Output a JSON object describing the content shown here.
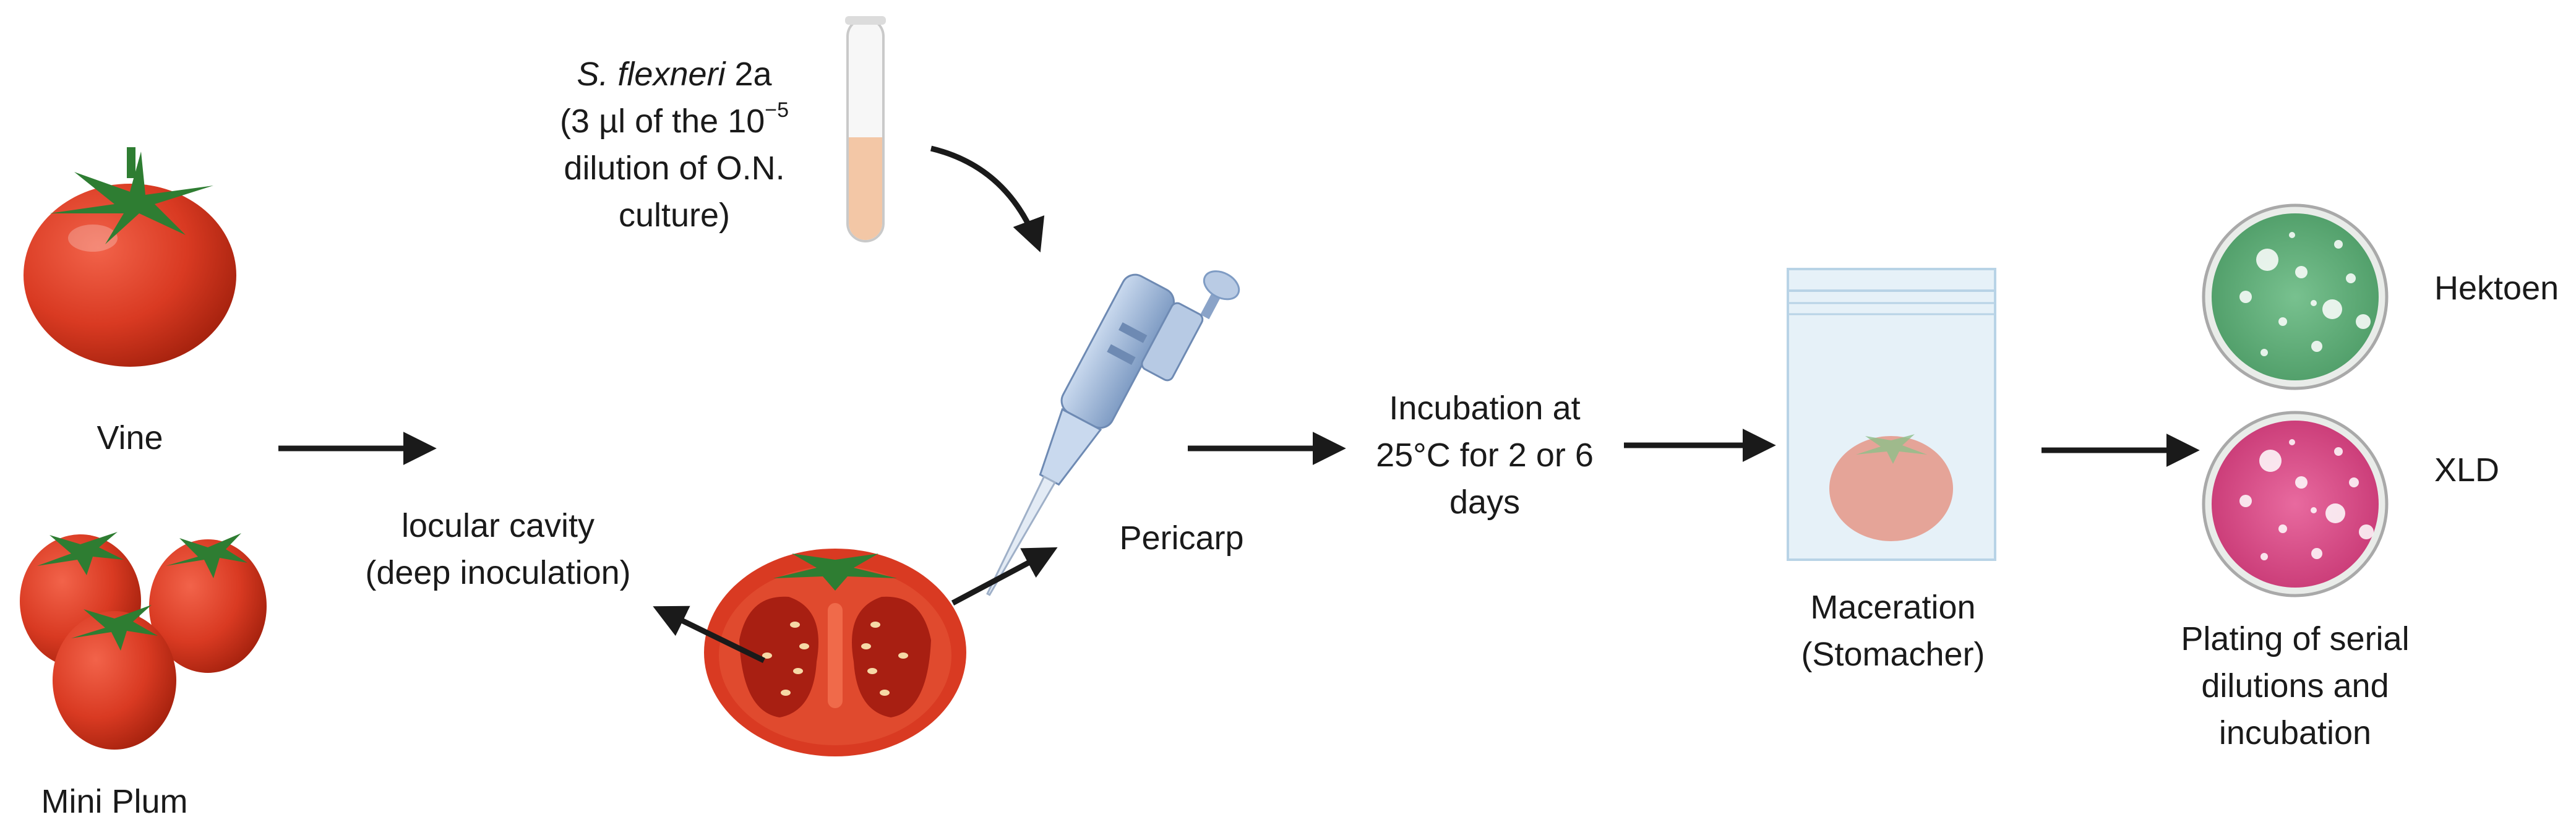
{
  "labels": {
    "vine": "Vine",
    "mini_plum": "Mini Plum",
    "inoculum_species": "S. flexneri",
    "inoculum_strain": "2a",
    "inoculum_line2_pre": "(3 µl of the 10",
    "inoculum_exponent": "−5",
    "inoculum_line3": "dilution of O.N.",
    "inoculum_line4": "culture)",
    "locular_line1": "locular cavity",
    "locular_line2": "(deep inoculation)",
    "pericarp": "Pericarp",
    "incubation_line1": "Incubation at",
    "incubation_line2": "25°C for 2 or 6",
    "incubation_line3": "days",
    "maceration_line1": "Maceration",
    "maceration_line2": "(Stomacher)",
    "plating_line1": "Plating of serial",
    "plating_line2": "dilutions and",
    "plating_line3": "incubation",
    "hektoen": "Hektoen",
    "xld": "XLD"
  },
  "icons": {
    "vine_tomato": "tomato-icon",
    "mini_plum_tomatoes": "cluster-tomato-icon",
    "test_tube": "test-tube-icon",
    "pipette": "micropipette-icon",
    "halved_tomato": "tomato-cross-section-icon",
    "stomacher_bag": "stomacher-bag-icon",
    "hektoen_plate": "petri-dish-icon",
    "xld_plate": "petri-dish-icon"
  },
  "colors": {
    "tomato": "#d93a22",
    "tomato_dark": "#a8230f",
    "stem": "#2e7d32",
    "hektoen_agar": "#5fae78",
    "xld_agar": "#d94c86",
    "pipette": "#9fb8d8",
    "tube_liquid": "#f3c7a6",
    "arrow": "#1a1a1a"
  }
}
